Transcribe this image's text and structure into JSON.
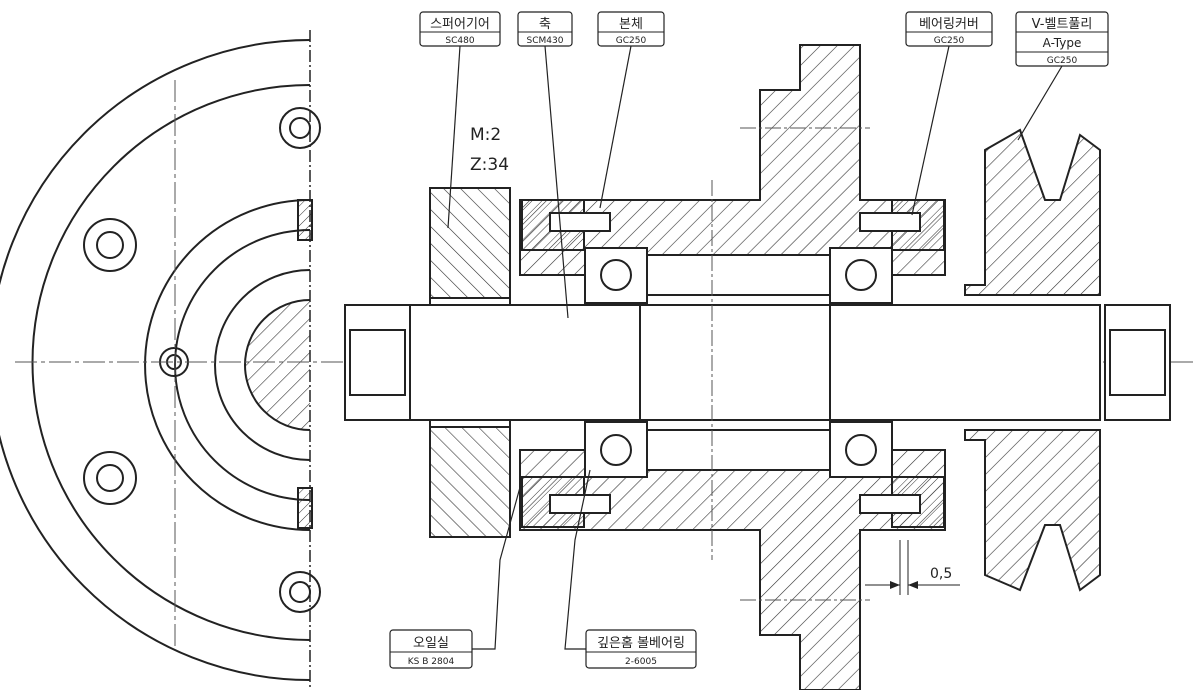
{
  "callouts": {
    "spur_gear": {
      "name": "스퍼어기어",
      "material": "SC480"
    },
    "shaft": {
      "name": "축",
      "material": "SCM430"
    },
    "body": {
      "name": "본체",
      "material": "GC250"
    },
    "bearing_cover": {
      "name": "베어링커버",
      "material": "GC250"
    },
    "v_belt_pulley": {
      "name": "V-벨트풀리",
      "type": "A-Type",
      "material": "GC250"
    },
    "oil_seal": {
      "name": "오일실",
      "spec": "KS B 2804"
    },
    "bearing": {
      "name": "깊은홈 볼베어링",
      "spec": "2-6005"
    }
  },
  "gear_spec": {
    "module": "M:2",
    "teeth": "Z:34"
  },
  "dimension": {
    "gap": "0,5"
  },
  "colors": {
    "line": "#222222",
    "hatch": "#333333",
    "center": "#555555"
  }
}
